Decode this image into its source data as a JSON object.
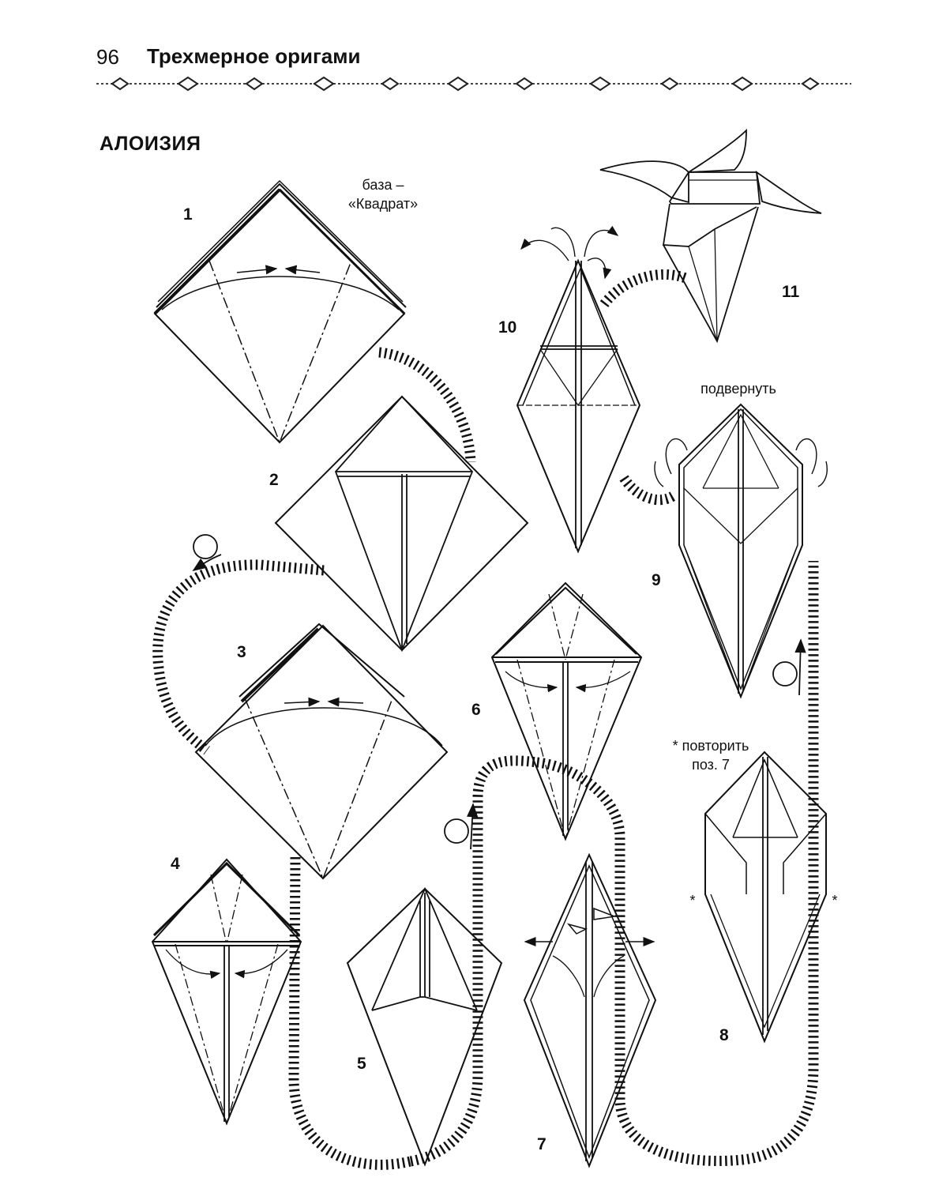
{
  "header": {
    "page_number": "96",
    "book_title": "Трехмерное оригами"
  },
  "section_title": "АЛОИЗИЯ",
  "notes": {
    "base_line1": "база –",
    "base_line2": "«Квадрат»",
    "tuck": "подвернуть",
    "repeat_line1": "* повторить",
    "repeat_line2": "поз. 7",
    "star_left": "*",
    "star_right": "*"
  },
  "steps": [
    {
      "label": "1"
    },
    {
      "label": "2"
    },
    {
      "label": "3"
    },
    {
      "label": "4"
    },
    {
      "label": "5"
    },
    {
      "label": "6"
    },
    {
      "label": "7"
    },
    {
      "label": "8"
    },
    {
      "label": "9"
    },
    {
      "label": "10"
    },
    {
      "label": "11"
    }
  ]
}
